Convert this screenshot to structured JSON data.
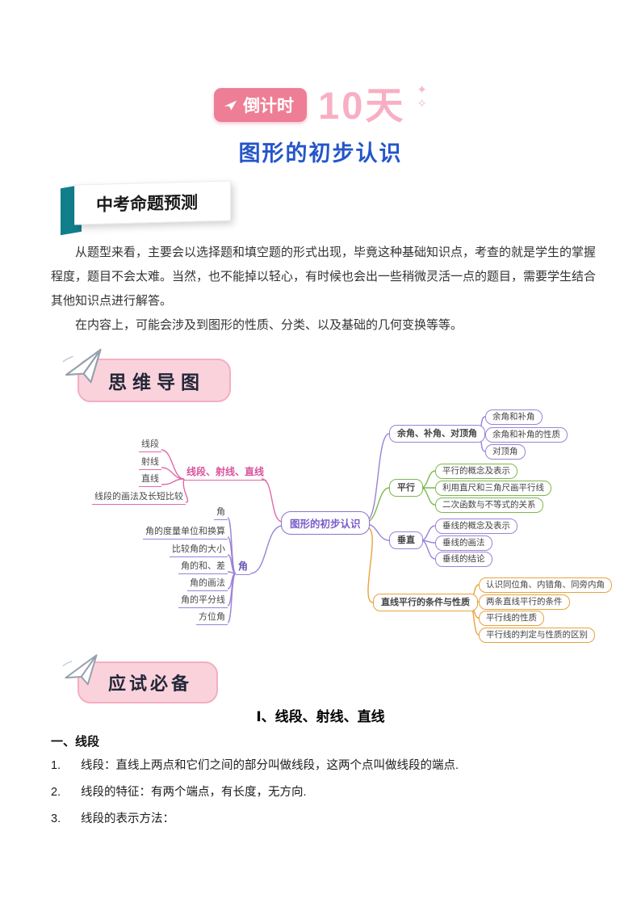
{
  "header": {
    "countdown_label": "倒计时",
    "countdown_days": "10天",
    "title": "图形的初步认识",
    "sparkles": [
      "✦",
      "✧"
    ]
  },
  "sections": {
    "prediction": "中考命题预测",
    "mindmap": "思维导图",
    "essentials": "应试必备"
  },
  "prediction": {
    "para1": "从题型来看，主要会以选择题和填空题的形式出现，毕竟这种基础知识点，考查的就是学生的掌握程度，题目不会太难。当然，也不能掉以轻心，有时候也会出一些稍微灵活一点的题目，需要学生结合其他知识点进行解答。",
    "para2": "在内容上，可能会涉及到图形的性质、分类、以及基础的几何变换等等。"
  },
  "mindmap": {
    "center": "图形的初步认识",
    "left": [
      {
        "label": "线段、射线、直线",
        "children": [
          "线段",
          "射线",
          "直线",
          "线段的画法及长短比较"
        ]
      },
      {
        "label": "角",
        "children": [
          "角",
          "角的度量单位和换算",
          "比较角的大小",
          "角的和、差",
          "角的画法",
          "角的平分线",
          "方位角"
        ]
      }
    ],
    "right": [
      {
        "label": "余角、补角、对顶角",
        "children": [
          "余角和补角",
          "余角和补角的性质",
          "对顶角"
        ]
      },
      {
        "label": "平行",
        "children": [
          "平行的概念及表示",
          "利用直尺和三角尺画平行线",
          "二次函数与不等式的关系"
        ]
      },
      {
        "label": "垂直",
        "children": [
          "垂线的概念及表示",
          "垂线的画法",
          "垂线的结论"
        ]
      },
      {
        "label": "直线平行的条件与性质",
        "children": [
          "认识同位角、内错角、同旁内角",
          "两条直线平行的条件",
          "平行线的性质",
          "平行线的判定与性质的区别"
        ]
      }
    ]
  },
  "content": {
    "section_heading": "Ⅰ、线段、射线、直线",
    "subsection": "一、线段",
    "items": [
      {
        "num": "1.",
        "text": "线段：直线上两点和它们之间的部分叫做线段，这两个点叫做线段的端点."
      },
      {
        "num": "2.",
        "text": "线段的特征：有两个端点，有长度，无方向."
      },
      {
        "num": "3.",
        "text": "线段的表示方法："
      }
    ]
  },
  "colors": {
    "title_blue": "#2456C8",
    "teal": "#117E8C",
    "banner_rose": "#EE7E95",
    "banner_days_pink": "#F8AFC4",
    "pink_box_bg": "#FAD2DC",
    "pink_box_border": "#F5AEC0",
    "branch_pink": "#E06AA8",
    "branch_purple": "#9B82D8",
    "branch_green": "#7CB94E",
    "branch_orange": "#E9A23B"
  }
}
